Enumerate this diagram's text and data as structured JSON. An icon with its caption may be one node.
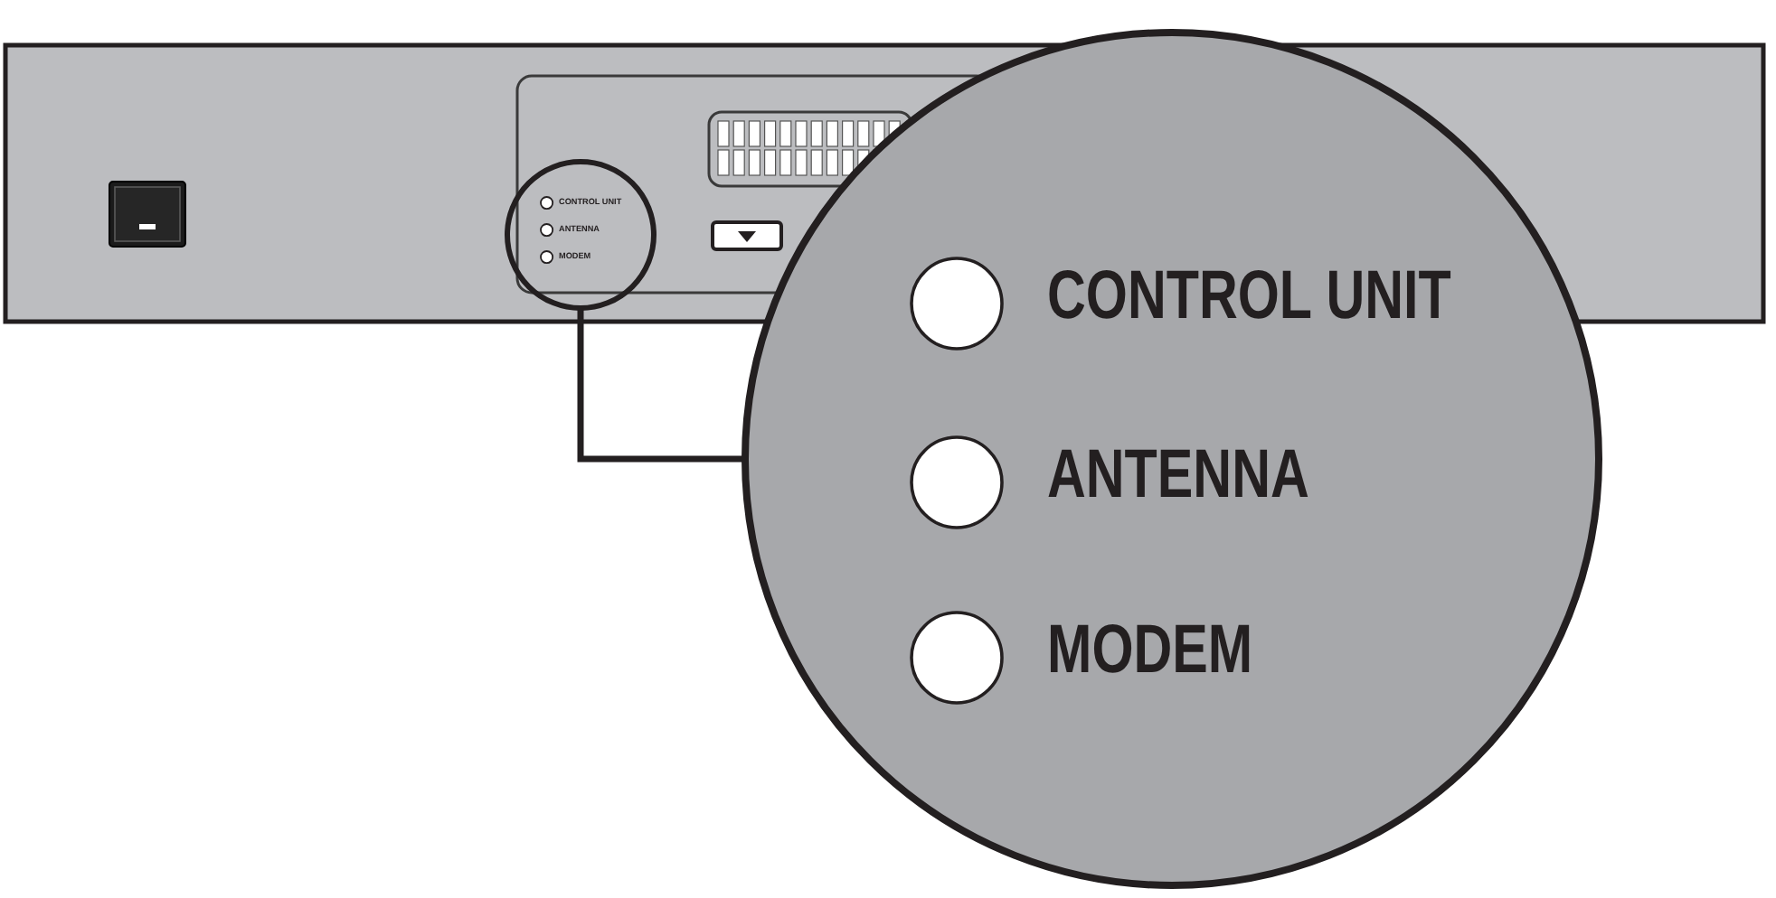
{
  "diagram": {
    "nodes": [
      {
        "text": [
          "CONTROL UNIT",
          "ANTENNA",
          "MODEM"
        ]
      },
      {
        "text": [
          "CONTROL UNIT",
          "ANTENNA",
          "MODEM"
        ]
      }
    ],
    "edges": [
      {
        "from": 0,
        "to": 1,
        "arrow": "none"
      }
    ]
  }
}
